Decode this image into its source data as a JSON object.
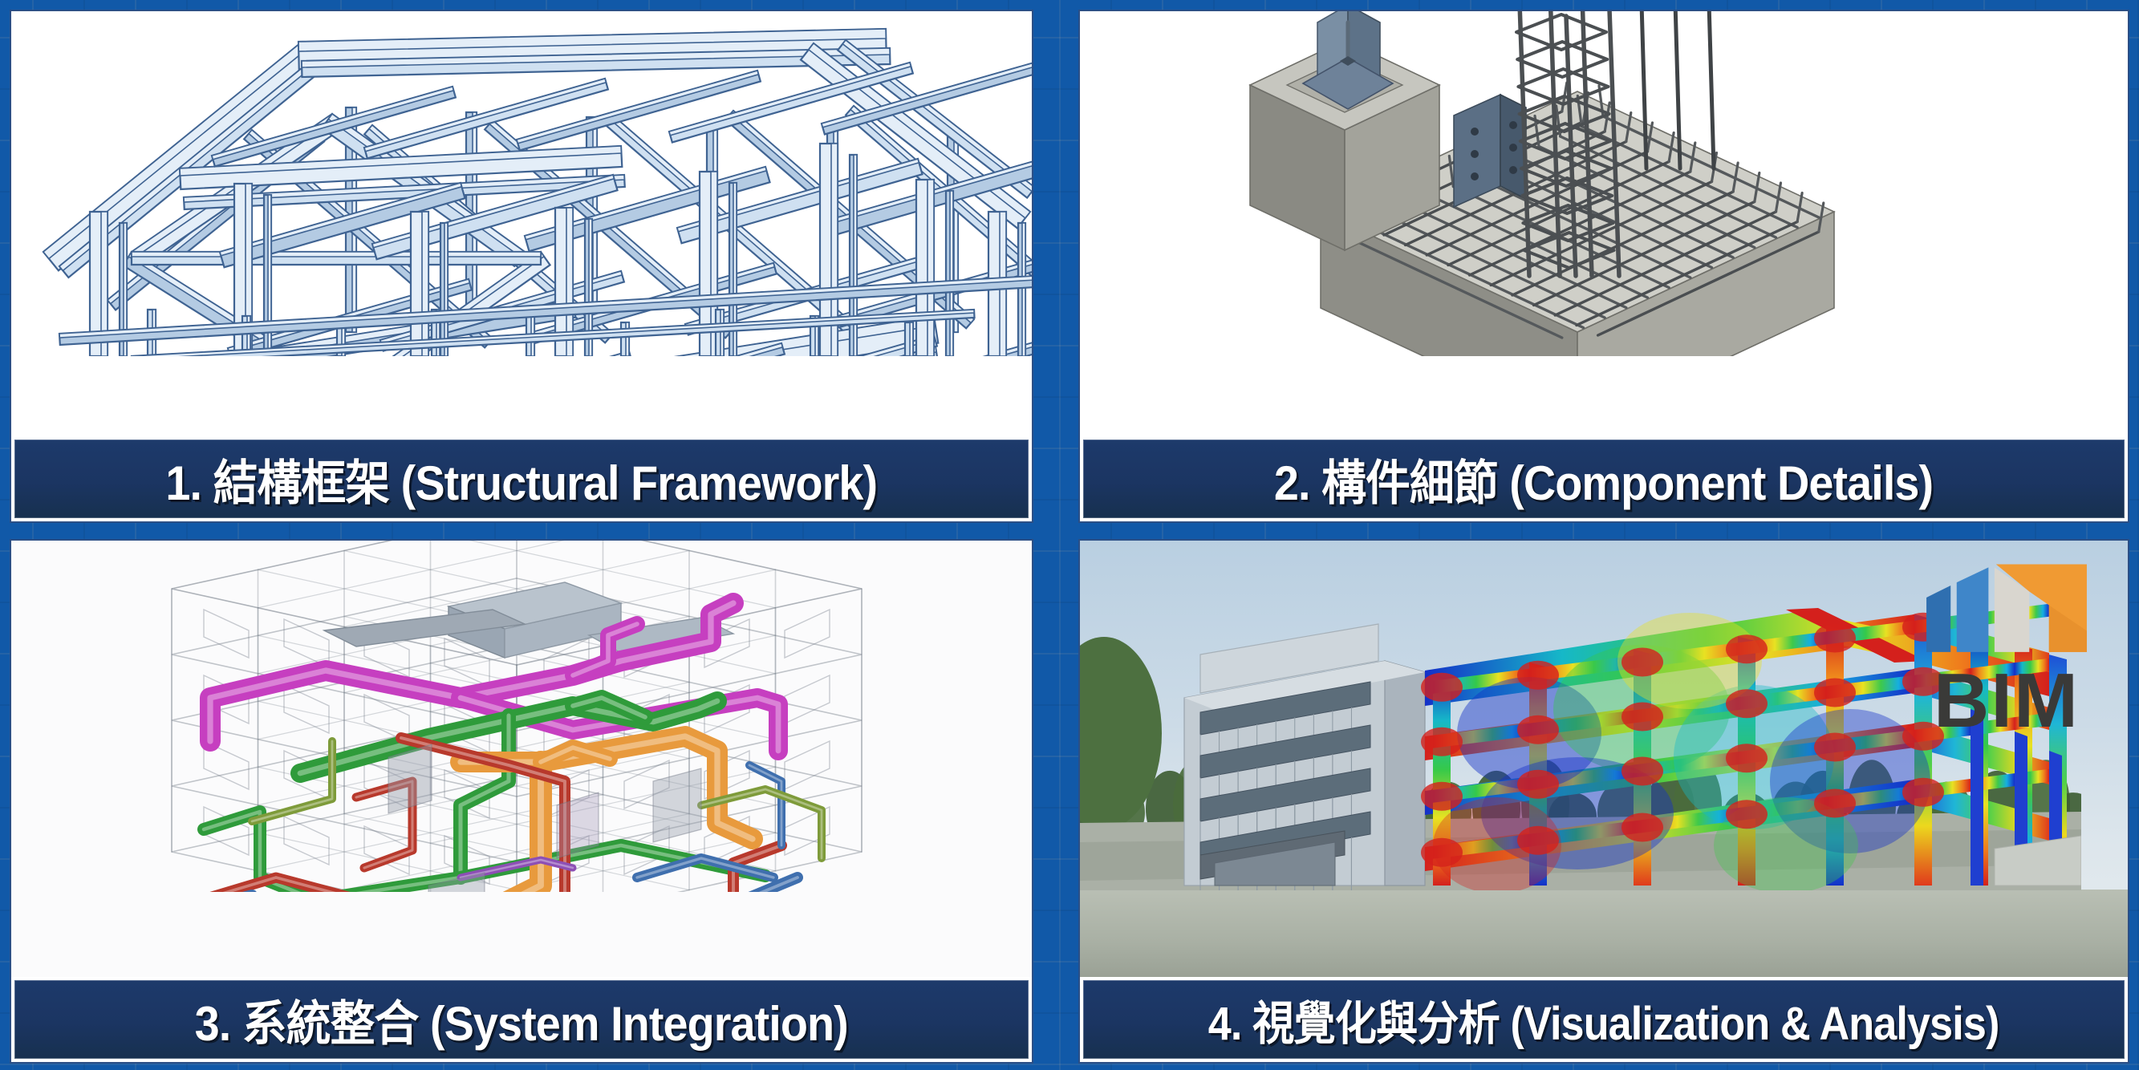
{
  "board": {
    "background_color": "#1159a8",
    "panel_border_color": "#2b4f86",
    "caption_bar_color": "#1b3562",
    "caption_text_color": "#ffffff",
    "layout": "2x2 grid of four illustrated panels with captions"
  },
  "panels": [
    {
      "index": "1",
      "caption": "1. 結構框架 (Structural Framework)",
      "caption_zh": "結構框架",
      "caption_en": "Structural Framework",
      "image_description": "Isometric 3D view of a light blue steel beam and column skeleton with a gable roof truss",
      "palette": {
        "beam_fill": "#d3e2f1",
        "beam_outline": "#3c5f8f",
        "background": "#ffffff"
      }
    },
    {
      "index": "2",
      "caption": "2. 構件細節 (Component Details)",
      "caption_zh": "構件細節",
      "caption_en": "Component Details",
      "image_description": "Grey concrete pad footing with rebar cage, pedestal, base plate and steel I-column",
      "palette": {
        "concrete_light": "#c9c9c2",
        "concrete_dark": "#8e8e88",
        "rebar": "#4b4f52",
        "steel_column": "#667d94"
      }
    },
    {
      "index": "3",
      "caption": "3. 系統整合 (System Integration)",
      "caption_zh": "系統整合",
      "caption_en": "System Integration",
      "image_description": "Transparent multi-storey building shell with coordinated MEP ducts and pipes in magenta, green, orange, red and blue",
      "palette": {
        "duct_magenta": "#cc3fc8",
        "duct_green": "#2f9b3b",
        "duct_orange": "#eb9a3c",
        "pipe_red": "#c0392b",
        "pipe_blue": "#3f6fae",
        "shell": "#9aa3ad"
      }
    },
    {
      "index": "4",
      "caption": "4. 視覺化與分析 (Visualization & Analysis)",
      "caption_zh": "視覺化與分析",
      "caption_en": "Visualization & Analysis",
      "image_description": "Photoreal render of a five storey office building overlaid with a rainbow FEA stress heat map on the structural frame",
      "palette": {
        "stress_high": "#d42121",
        "stress_mid": "#f2e71d",
        "stress_low": "#1540d8",
        "sky": "#c4d6e4",
        "building_grey": "#c2cad1"
      }
    }
  ],
  "logo": {
    "name": "BIM",
    "text": "BIM",
    "text_color": "#3a3a38",
    "mark_blue_dark": "#2d6fb4",
    "mark_blue_light": "#3f86c9",
    "mark_orange": "#f09a33",
    "mark_grey": "#d9d6cf"
  }
}
